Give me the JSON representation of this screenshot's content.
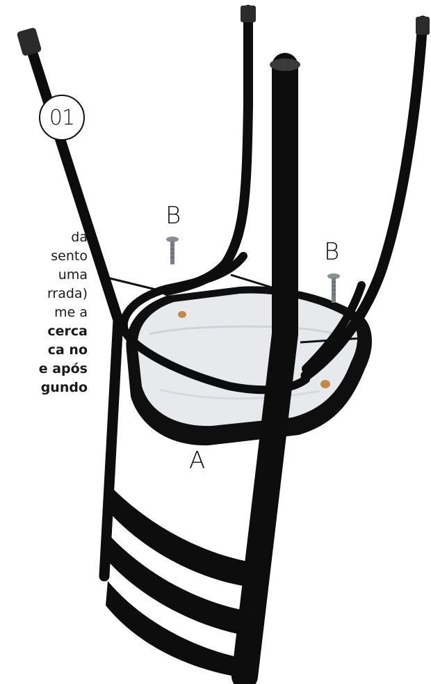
{
  "step": {
    "number": "01"
  },
  "instructions": {
    "lines": [
      {
        "text": "da",
        "strong": false
      },
      {
        "text": "sento",
        "strong": false
      },
      {
        "text": "uma",
        "strong": false
      },
      {
        "text": "rrada)",
        "strong": false
      },
      {
        "text": "me a",
        "strong": false
      },
      {
        "text": "cerca",
        "strong": true
      },
      {
        "text": "ca no",
        "strong": true
      },
      {
        "text": "e após",
        "strong": true
      },
      {
        "text": "gundo",
        "strong": true
      }
    ]
  },
  "labels": {
    "screw_left": "B",
    "screw_right": "B",
    "seat": "A"
  },
  "colors": {
    "frame": "#0d0d0d",
    "seat_cushion": "#e7e9ec",
    "foot_cap": "#2b2b2b",
    "nut": "#c08a4a"
  }
}
